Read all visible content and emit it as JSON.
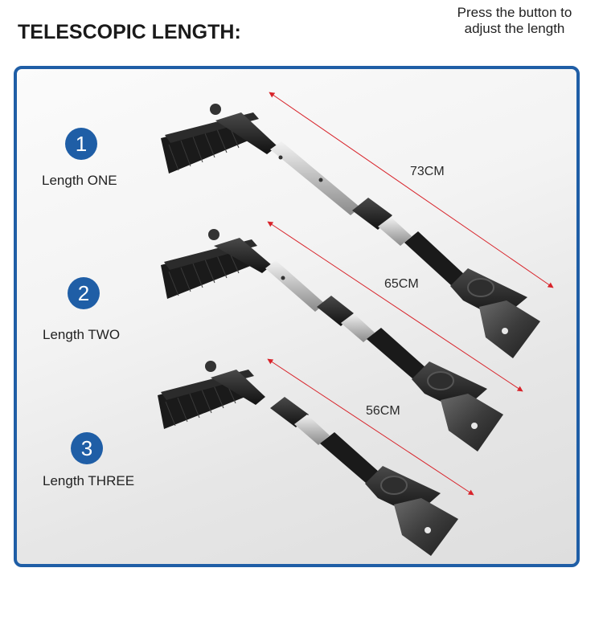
{
  "heading": "TELESCOPIC LENGTH:",
  "note_line1": "Press the button to",
  "note_line2": "adjust the length",
  "lengths": [
    {
      "number": "1",
      "label": "Length ONE",
      "measure": "73CM"
    },
    {
      "number": "2",
      "label": "Length TWO",
      "measure": "65CM"
    },
    {
      "number": "3",
      "label": "Length THREE",
      "measure": "56CM"
    }
  ],
  "colors": {
    "frame": "#1f5ea6",
    "badge": "#1f5ea6",
    "dimension_line": "#d8232a"
  }
}
